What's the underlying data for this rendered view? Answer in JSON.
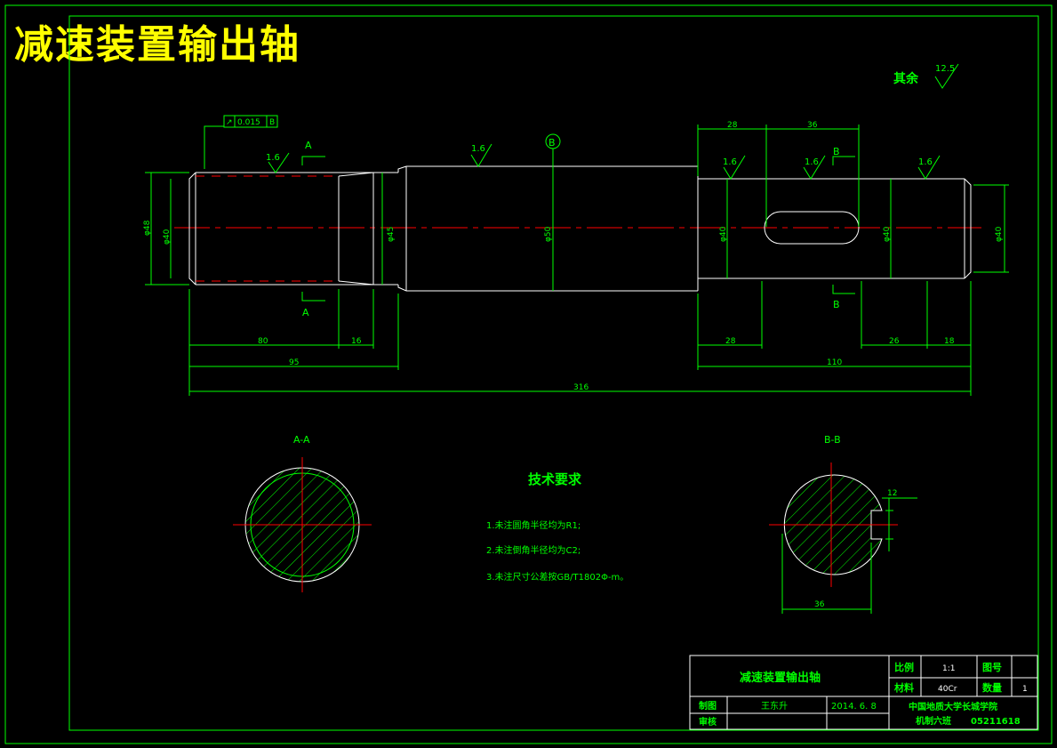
{
  "title": "减速装置输出轴",
  "rough_other": {
    "label": "其余",
    "value": "12.5"
  },
  "roughness": [
    "1.6",
    "1.6",
    "1.6",
    "1.6",
    "1.6"
  ],
  "tolerance_frame": {
    "value": "0.015",
    "datum": "B"
  },
  "datum_label": "B",
  "section_labels": {
    "a": "A",
    "b": "B",
    "aa": "A-A",
    "bb": "B-B"
  },
  "diameters": [
    "φ48",
    "φ40",
    "φ45",
    "φ50",
    "φ40",
    "φ40",
    "φ40"
  ],
  "dims": {
    "d80": "80",
    "d16": "16",
    "d95": "95",
    "d316": "316",
    "d28a": "28",
    "d36": "36",
    "d28b": "28",
    "d26": "26",
    "d18": "18",
    "d110": "110",
    "keywidth": "12",
    "keydepth": "36"
  },
  "tech": {
    "title": "技术要求",
    "items": [
      "1.未注圆角半径均为R1;",
      "2.未注倒角半径均为C2;",
      "3.未注尺寸公差按GB/T1802Φ-m。"
    ]
  },
  "titleblock": {
    "name": "减速装置输出轴",
    "scale_label": "比例",
    "scale": "1:1",
    "drawing_no_label": "图号",
    "material_label": "材料",
    "material": "40Cr",
    "qty_label": "数量",
    "qty": "1",
    "drawn_label": "制图",
    "drawn_by": "王东升",
    "date": "2014. 6. 8",
    "check_label": "审核",
    "school": "中国地质大学长城学院",
    "class_info": "机制六班",
    "student_no": "05211618"
  },
  "colors": {
    "frame": "#00ff00",
    "outline": "#ffffff",
    "center": "#ff0000",
    "title": "#ffff00"
  }
}
